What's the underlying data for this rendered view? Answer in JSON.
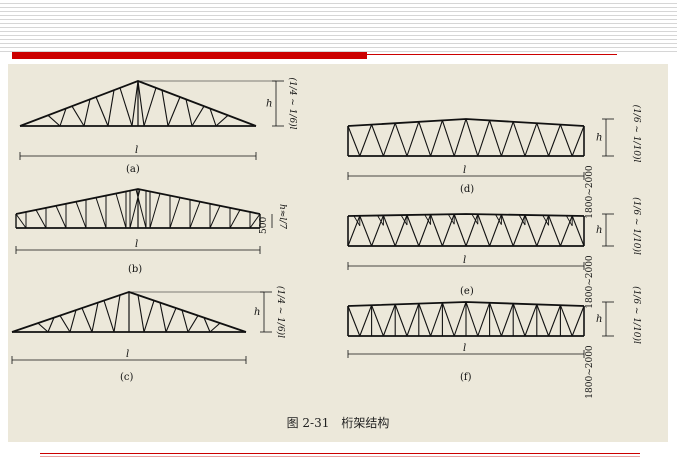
{
  "colors": {
    "accent": "#cc0000",
    "paper": "#ece8da",
    "ink": "#111111"
  },
  "figure": {
    "caption": "图 2-31　桁架结构",
    "trusses": [
      {
        "tag": "(a)",
        "span": "l",
        "height": "h",
        "ratio": "(1/4 ~ 1/6)l"
      },
      {
        "tag": "(b)",
        "span": "l",
        "height": "h≈l/7",
        "support": "500"
      },
      {
        "tag": "(c)",
        "span": "l",
        "height": "h",
        "ratio": "(1/4 ~ 1/6)l"
      },
      {
        "tag": "(d)",
        "span": "l",
        "height": "h",
        "ratio": "(1/6 ~ 1/10)l",
        "end_height": "1800~2000"
      },
      {
        "tag": "(e)",
        "span": "l",
        "height": "h",
        "ratio": "(1/6 ~ 1/10)l",
        "end_height": "1800~2000"
      },
      {
        "tag": "(f)",
        "span": "l",
        "height": "h",
        "ratio": "(1/6 ~ 1/10)l",
        "end_height": "1800~2000"
      }
    ]
  }
}
